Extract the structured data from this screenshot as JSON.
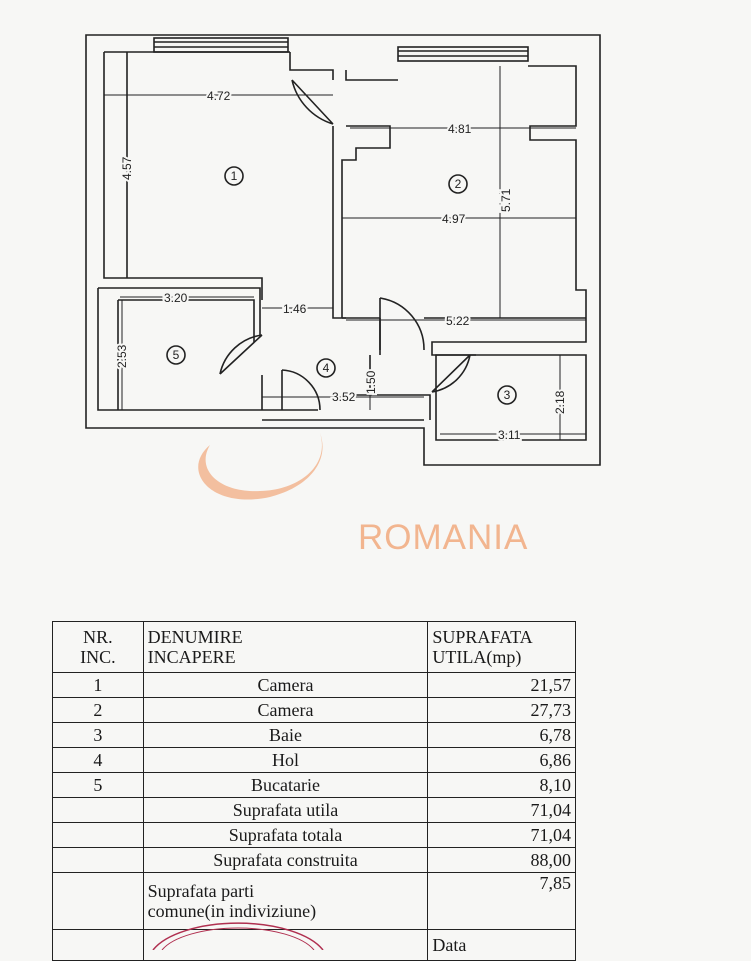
{
  "plan": {
    "dimensions": [
      "4.72",
      "4.57",
      "4.81",
      "5.71",
      "4.97",
      "3.20",
      "1.46",
      "5.22",
      "2.53",
      "1.50",
      "3.52",
      "2.18",
      "3.11"
    ],
    "room_markers": [
      "1",
      "2",
      "3",
      "4",
      "5"
    ]
  },
  "watermark": {
    "text": "ROMANIA",
    "color": "#f2b58f"
  },
  "table": {
    "header": {
      "nr": "NR.\nINC.",
      "name": "DENUMIRE\nINCAPERE",
      "area": "SUPRAFATA\nUTILA(mp)"
    },
    "rows": [
      {
        "nr": "1",
        "name": "Camera",
        "area": "21,57"
      },
      {
        "nr": "2",
        "name": "Camera",
        "area": "27,73"
      },
      {
        "nr": "3",
        "name": "Baie",
        "area": "6,78"
      },
      {
        "nr": "4",
        "name": "Hol",
        "area": "6,86"
      },
      {
        "nr": "5",
        "name": "Bucatarie",
        "area": "8,10"
      }
    ],
    "totals": [
      {
        "label": "Suprafata utila",
        "area": "71,04"
      },
      {
        "label": "Suprafata totala",
        "area": "71,04"
      },
      {
        "label": "Suprafata construita",
        "area": "88,00"
      },
      {
        "label": "Suprafata parti\ncomune(in indiviziune)",
        "area": "7,85"
      }
    ],
    "footer": {
      "data_label": "Data"
    }
  }
}
